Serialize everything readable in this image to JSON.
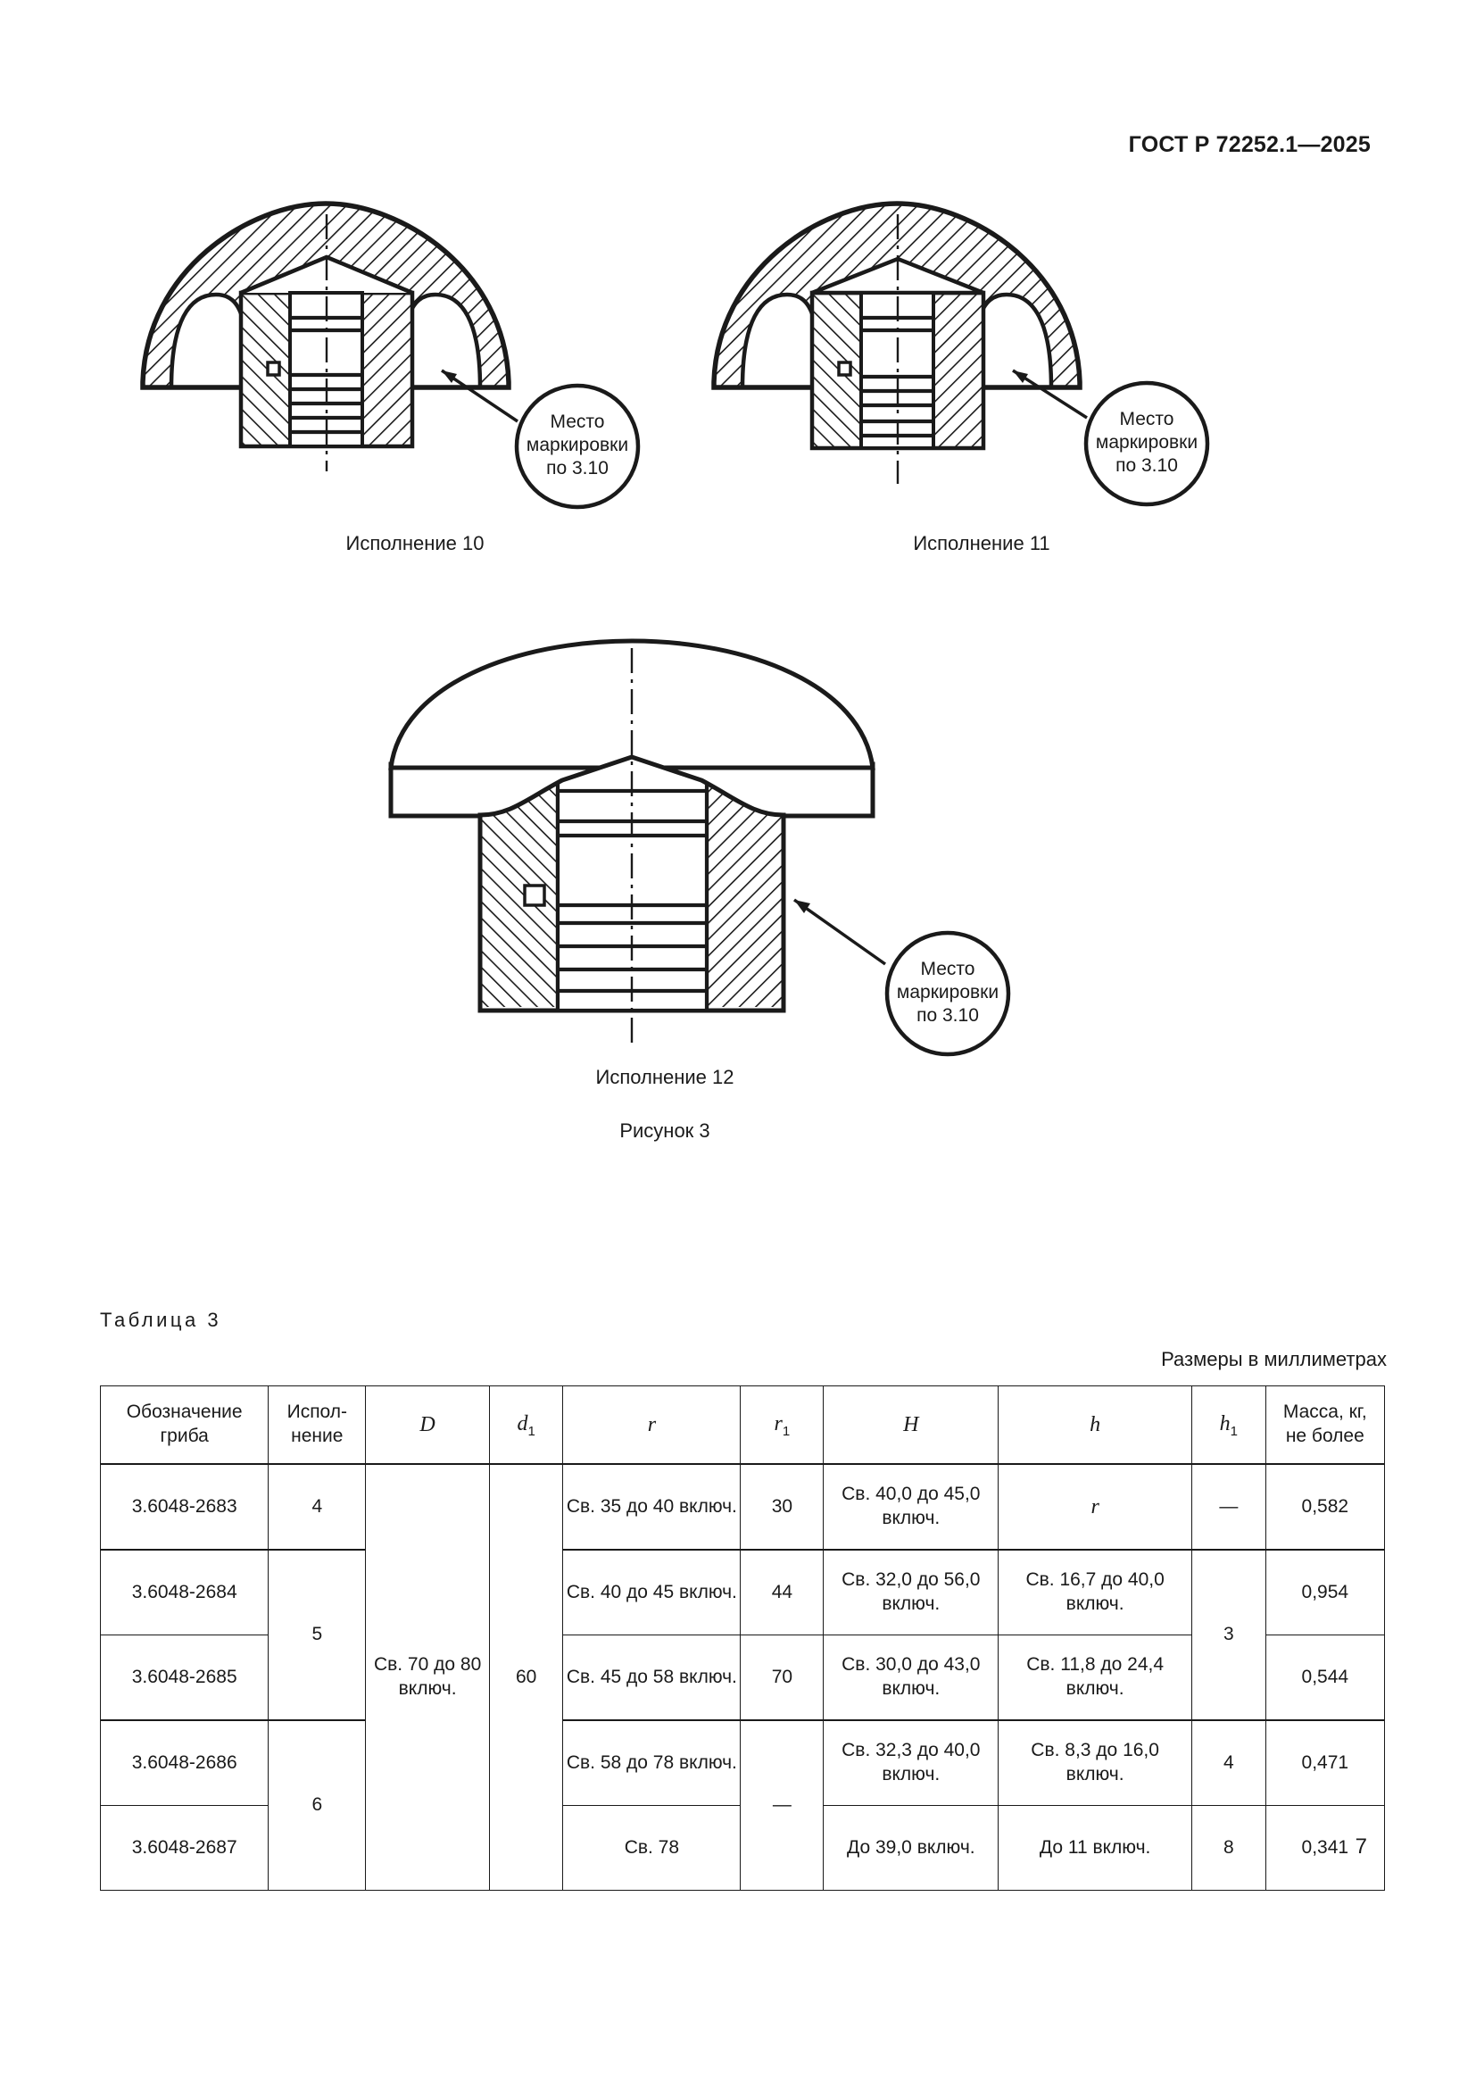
{
  "header": {
    "standard_designation": "ГОСТ Р 72252.1—2025"
  },
  "figures": {
    "callout_text_lines": [
      "Место",
      "маркировки",
      "по 3.10"
    ],
    "items": [
      {
        "caption": "Исполнение 10",
        "variant": "dome-hatched"
      },
      {
        "caption": "Исполнение 11",
        "variant": "dome-hatched"
      },
      {
        "caption": "Исполнение 12",
        "variant": "mushroom-flange"
      }
    ],
    "figure_number": "Рисунок 3"
  },
  "table": {
    "label": "Таблица 3",
    "units_note": "Размеры в миллиметрах",
    "headers": [
      {
        "line1": "Обозначение",
        "line2": "гриба"
      },
      {
        "line1": "Испол-",
        "line2": "нение"
      },
      {
        "symbol": "D"
      },
      {
        "symbol": "d",
        "sub": "1"
      },
      {
        "symbol": "r"
      },
      {
        "symbol": "r",
        "sub": "1"
      },
      {
        "symbol": "H"
      },
      {
        "symbol": "h"
      },
      {
        "symbol": "h",
        "sub": "1"
      },
      {
        "line1": "Масса, кг,",
        "line2": "не более"
      }
    ],
    "rows": [
      {
        "designation": "3.6048-2683",
        "execution": "4",
        "D": "Св. 70 до 80 включ.",
        "d1": "60",
        "r": "Св. 35 до 40 включ.",
        "r1": "30",
        "H": "Св. 40,0 до 45,0 включ.",
        "h": "r",
        "h1": "—",
        "mass": "0,582"
      },
      {
        "designation": "3.6048-2684",
        "execution": "5",
        "r": "Св. 40 до 45 включ.",
        "r1": "44",
        "H": "Св. 32,0 до 56,0 включ.",
        "h": "Св. 16,7 до 40,0 включ.",
        "h1": "3",
        "mass": "0,954"
      },
      {
        "designation": "3.6048-2685",
        "r": "Св. 45 до 58 включ.",
        "r1": "70",
        "H": "Св. 30,0 до 43,0 включ.",
        "h": "Св. 11,8 до 24,4 включ.",
        "mass": "0,544"
      },
      {
        "designation": "3.6048-2686",
        "execution": "6",
        "r": "Св. 58 до 78 включ.",
        "r1": "—",
        "H": "Св. 32,3 до 40,0 включ.",
        "h": "Св. 8,3 до 16,0 включ.",
        "h1": "4",
        "mass": "0,471"
      },
      {
        "designation": "3.6048-2687",
        "r": "Св. 78",
        "H": "До 39,0 включ.",
        "h": "До 11 включ.",
        "h1": "8",
        "mass": "0,341"
      }
    ]
  },
  "footer": {
    "page_number": "7"
  }
}
